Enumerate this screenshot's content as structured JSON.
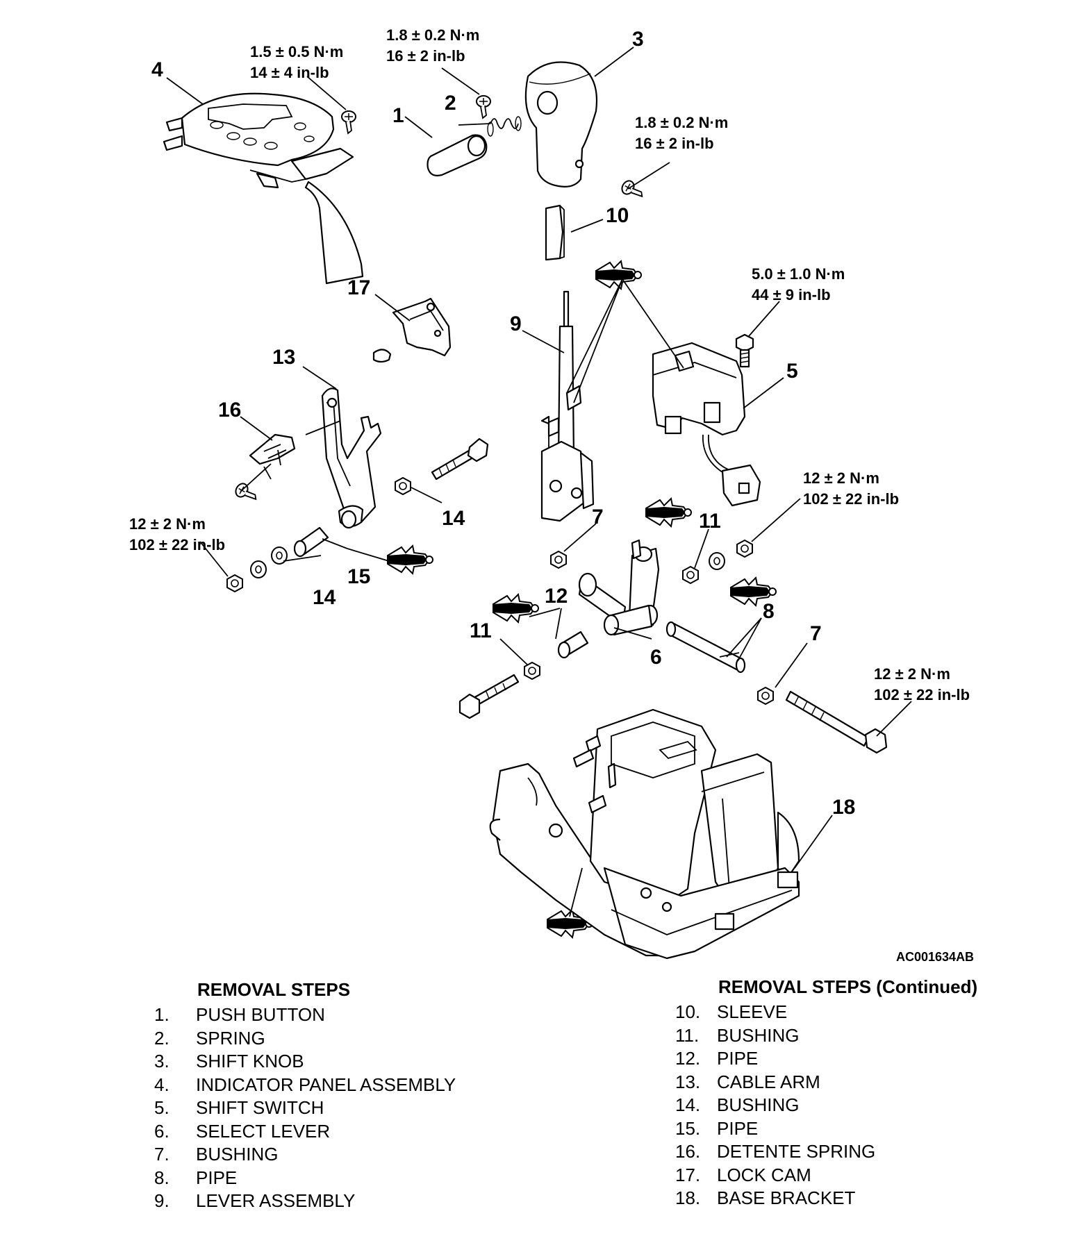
{
  "figure_id": "AC001634AB",
  "callouts": [
    "1",
    "2",
    "3",
    "4",
    "5",
    "6",
    "7",
    "7",
    "8",
    "9",
    "10",
    "11",
    "11",
    "12",
    "13",
    "14",
    "14",
    "15",
    "16",
    "17",
    "18"
  ],
  "torques": {
    "t_indicator": [
      "1.5 ± 0.5 N·m",
      "14 ± 4 in-lb"
    ],
    "t_spring": [
      "1.8 ± 0.2 N·m",
      "16 ± 2 in-lb"
    ],
    "t_knob": [
      "1.8 ± 0.2 N·m",
      "16 ± 2 in-lb"
    ],
    "t_switch": [
      "5.0 ± 1.0 N·m",
      "44 ± 9 in-lb"
    ],
    "t_right_nut": [
      "12 ± 2 N·m",
      "102 ± 22 in-lb"
    ],
    "t_left_nut": [
      "12 ± 2 N·m",
      "102 ± 22 in-lb"
    ],
    "t_long_bolt": [
      "12 ± 2 N·m",
      "102 ± 22 in-lb"
    ]
  },
  "steps_left": {
    "title": "REMOVAL STEPS",
    "items": [
      {
        "num": "1.",
        "label": "PUSH BUTTON"
      },
      {
        "num": "2.",
        "label": "SPRING"
      },
      {
        "num": "3.",
        "label": "SHIFT KNOB"
      },
      {
        "num": "4.",
        "label": "INDICATOR PANEL ASSEMBLY"
      },
      {
        "num": "5.",
        "label": "SHIFT SWITCH"
      },
      {
        "num": "6.",
        "label": "SELECT LEVER"
      },
      {
        "num": "7.",
        "label": "BUSHING"
      },
      {
        "num": "8.",
        "label": "PIPE"
      },
      {
        "num": "9.",
        "label": "LEVER ASSEMBLY"
      }
    ]
  },
  "steps_right": {
    "title": "REMOVAL STEPS (Continued)",
    "items": [
      {
        "num": "10.",
        "label": "SLEEVE"
      },
      {
        "num": "11.",
        "label": "BUSHING"
      },
      {
        "num": "12.",
        "label": "PIPE"
      },
      {
        "num": "13.",
        "label": "CABLE ARM"
      },
      {
        "num": "14.",
        "label": "BUSHING"
      },
      {
        "num": "15.",
        "label": "PIPE"
      },
      {
        "num": "16.",
        "label": "DETENTE SPRING"
      },
      {
        "num": "17.",
        "label": "LOCK CAM"
      },
      {
        "num": "18.",
        "label": "BASE BRACKET"
      }
    ]
  }
}
